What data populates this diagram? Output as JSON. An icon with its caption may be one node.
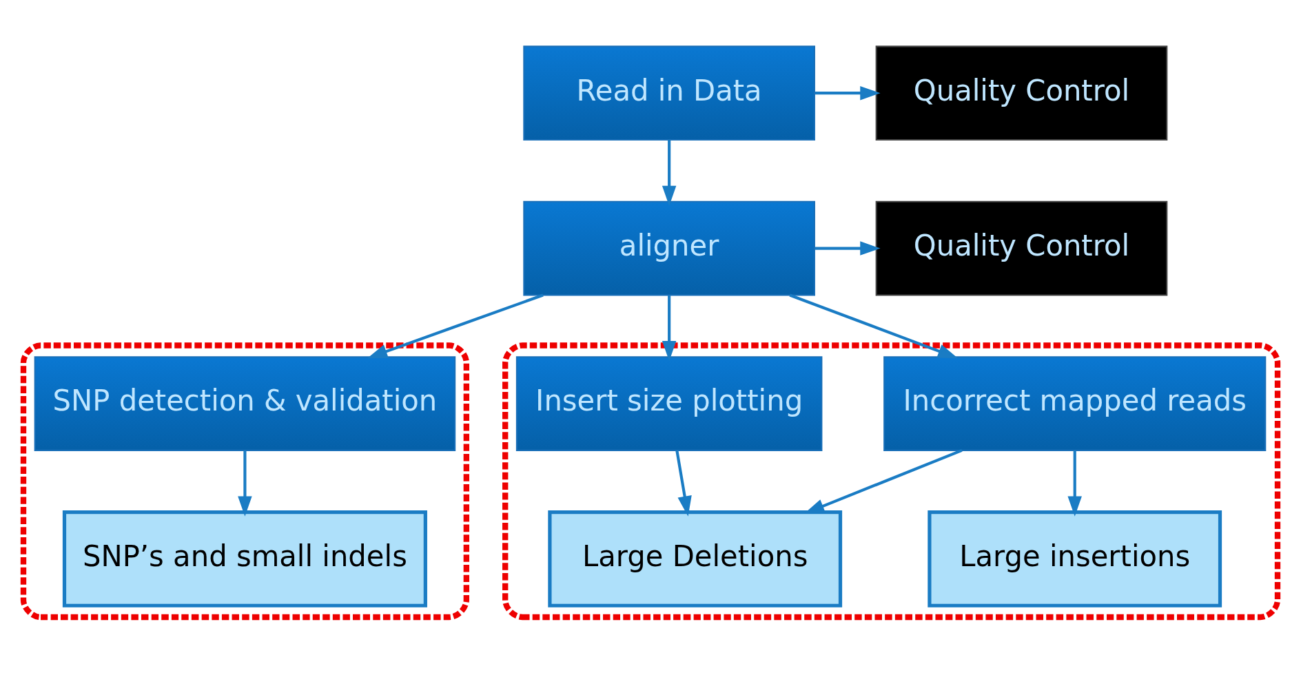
{
  "diagram": {
    "nodes": [
      {
        "text": [
          "Read in Data"
        ]
      },
      {
        "text": [
          "Quality Control"
        ]
      },
      {
        "text": [
          "aligner"
        ]
      },
      {
        "text": [
          "Quality Control"
        ]
      },
      {
        "text": [],
        "shape": "box"
      },
      {
        "text": [
          "SNP detection & validation"
        ],
        "in": 4
      },
      {
        "text": [
          "SNP’s and small indels"
        ],
        "in": 4
      },
      {
        "text": [],
        "shape": "box"
      },
      {
        "text": [
          "Incorrect mapped reads"
        ],
        "in": 7
      },
      {
        "text": [
          "Insert size plotting"
        ],
        "in": 7
      },
      {
        "text": [
          "Large insertions"
        ],
        "in": 7
      },
      {
        "text": [
          "Large Deletions"
        ],
        "in": 7
      }
    ],
    "edges": [
      {
        "from": 0,
        "to": 2,
        "arrow": "to"
      },
      {
        "from": 0,
        "to": 1,
        "arrow": "to"
      },
      {
        "from": 2,
        "to": 3,
        "arrow": "to"
      },
      {
        "from": 2,
        "to": 5,
        "arrow": "to"
      },
      {
        "from": 2,
        "to": 8,
        "arrow": "to"
      },
      {
        "from": 2,
        "to": 9,
        "arrow": "to"
      },
      {
        "from": 5,
        "to": 6,
        "arrow": "to"
      },
      {
        "from": 8,
        "to": 10,
        "arrow": "to"
      },
      {
        "from": 8,
        "to": 11,
        "arrow": "to"
      },
      {
        "from": 9,
        "to": 11,
        "arrow": "to"
      }
    ]
  }
}
